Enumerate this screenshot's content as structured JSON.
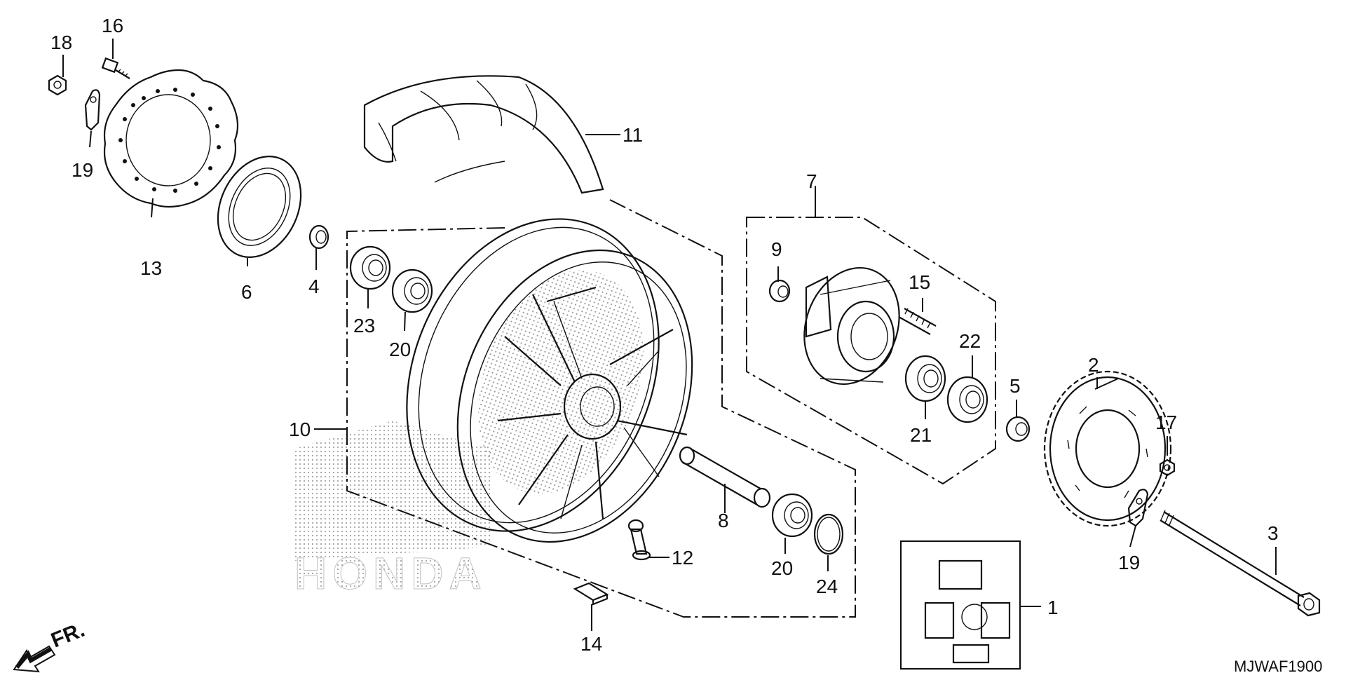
{
  "diagram": {
    "callouts": [
      "1",
      "2",
      "3",
      "4",
      "5",
      "6",
      "7",
      "8",
      "9",
      "10",
      "11",
      "12",
      "13",
      "14",
      "15",
      "16",
      "17",
      "18",
      "19",
      "19",
      "20",
      "20",
      "21",
      "22",
      "23",
      "24"
    ],
    "direction_label": "FR.",
    "figure_code": "MJWAF1900",
    "watermark": "HONDA"
  }
}
